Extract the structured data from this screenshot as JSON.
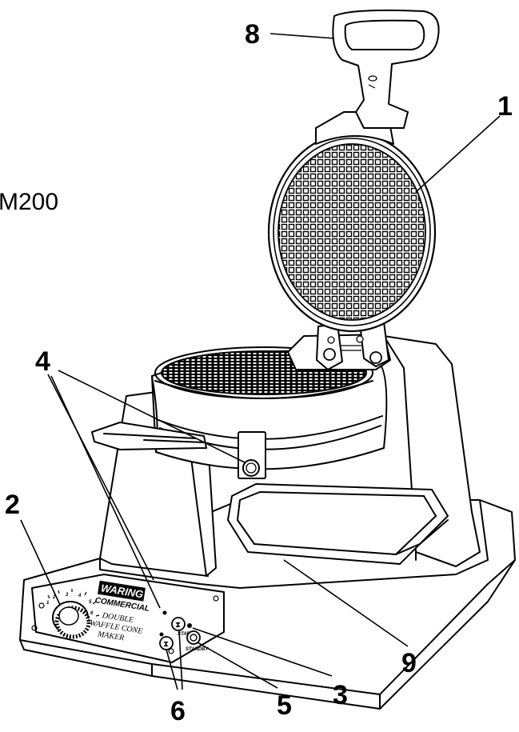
{
  "model_text": "M200",
  "panel": {
    "brand_top": "WARING",
    "brand_bottom": "COMMERCIAL",
    "product_line1": "DOUBLE",
    "product_line2": "WAFFLE CONE",
    "product_line3": "MAKER",
    "start_label": "START",
    "standby_label": "STANDBY",
    "dial_marks": [
      "1",
      "2",
      "3",
      "4",
      "5",
      "6"
    ]
  },
  "callouts": {
    "c1": "1",
    "c2": "2",
    "c3": "3",
    "c4": "4",
    "c5": "5",
    "c6": "6",
    "c8": "8",
    "c9": "9"
  }
}
